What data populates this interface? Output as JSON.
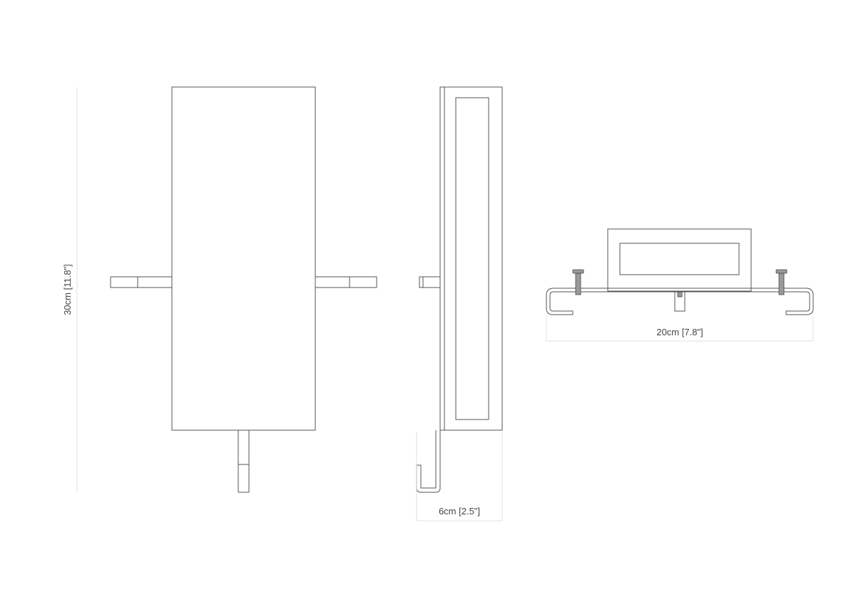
{
  "dimensions": {
    "height_label": "30cm [11.8\"]",
    "depth_label": "6cm [2.5\"]",
    "width_label": "20cm [7.8\"]"
  },
  "colors": {
    "line": "#555555",
    "extension_line": "#d8d8d8",
    "text": "#444444",
    "bolt_fill": "#9a9a9a"
  }
}
